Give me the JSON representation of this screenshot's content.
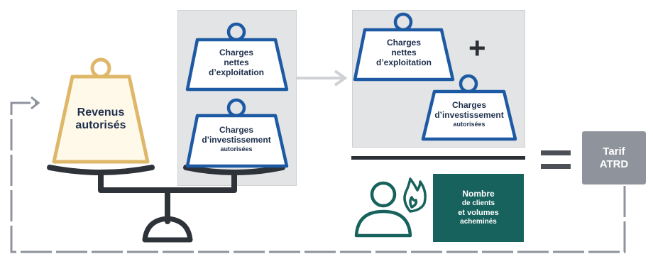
{
  "revenus": {
    "line1": "Revenus",
    "line2": "autorisés"
  },
  "charges_exploitation": {
    "line1": "Charges",
    "line2": "nettes",
    "line3": "d’exploitation"
  },
  "charges_investissement": {
    "line1": "Charges",
    "line2": "d’investissement",
    "line3": "autorisées"
  },
  "tarif": {
    "line1": "Tarif",
    "line2": "ATRD"
  },
  "denominator": {
    "line1": "Nombre",
    "line2": "de clients",
    "line3": "et volumes",
    "line4": "acheminés"
  },
  "plus_sign": "+",
  "colors": {
    "gold": "#dfb768",
    "navy": "#1d5aa3",
    "teal": "#17625d",
    "grey_box": "#8e939c",
    "balance": "#2e3239"
  }
}
